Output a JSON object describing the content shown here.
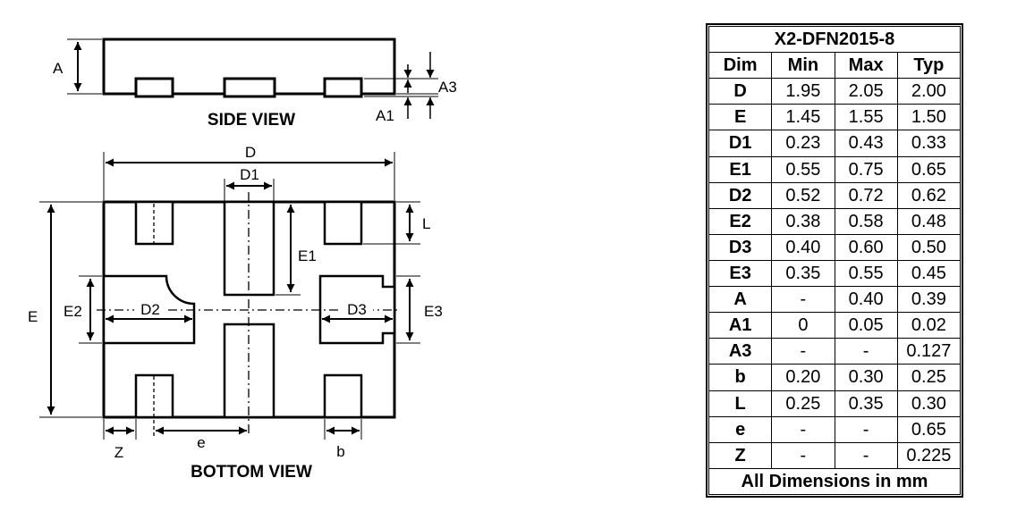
{
  "diagram": {
    "side_view_title": "SIDE VIEW",
    "bottom_view_title": "BOTTOM VIEW",
    "labels": {
      "A": "A",
      "A1": "A1",
      "A3": "A3",
      "D": "D",
      "D1": "D1",
      "D2": "D2",
      "D3": "D3",
      "E": "E",
      "E1": "E1",
      "E2": "E2",
      "E3": "E3",
      "L": "L",
      "Z": "Z",
      "e": "e",
      "b": "b"
    }
  },
  "table": {
    "title": "X2-DFN2015-8",
    "headers": [
      "Dim",
      "Min",
      "Max",
      "Typ"
    ],
    "rows": [
      {
        "dim": "D",
        "min": "1.95",
        "max": "2.05",
        "typ": "2.00"
      },
      {
        "dim": "E",
        "min": "1.45",
        "max": "1.55",
        "typ": "1.50"
      },
      {
        "dim": "D1",
        "min": "0.23",
        "max": "0.43",
        "typ": "0.33"
      },
      {
        "dim": "E1",
        "min": "0.55",
        "max": "0.75",
        "typ": "0.65"
      },
      {
        "dim": "D2",
        "min": "0.52",
        "max": "0.72",
        "typ": "0.62"
      },
      {
        "dim": "E2",
        "min": "0.38",
        "max": "0.58",
        "typ": "0.48"
      },
      {
        "dim": "D3",
        "min": "0.40",
        "max": "0.60",
        "typ": "0.50"
      },
      {
        "dim": "E3",
        "min": "0.35",
        "max": "0.55",
        "typ": "0.45"
      },
      {
        "dim": "A",
        "min": "-",
        "max": "0.40",
        "typ": "0.39"
      },
      {
        "dim": "A1",
        "min": "0",
        "max": "0.05",
        "typ": "0.02"
      },
      {
        "dim": "A3",
        "min": "-",
        "max": "-",
        "typ": "0.127"
      },
      {
        "dim": "b",
        "min": "0.20",
        "max": "0.30",
        "typ": "0.25"
      },
      {
        "dim": "L",
        "min": "0.25",
        "max": "0.35",
        "typ": "0.30"
      },
      {
        "dim": "e",
        "min": "-",
        "max": "-",
        "typ": "0.65"
      },
      {
        "dim": "Z",
        "min": "-",
        "max": "-",
        "typ": "0.225"
      }
    ],
    "footer": "All Dimensions in mm"
  }
}
